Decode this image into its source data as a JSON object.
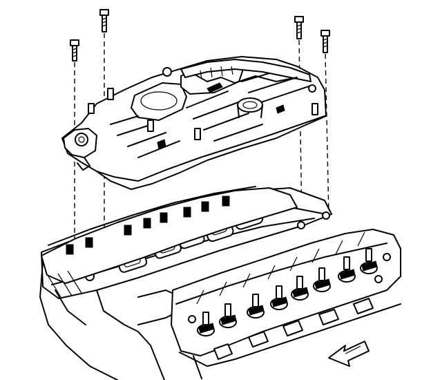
{
  "diagram": {
    "bolts": [
      "bolt-1",
      "bolt-2",
      "bolt-3",
      "bolt-4"
    ],
    "cylinder_head_valves": 8,
    "gasket_ports": 5
  }
}
